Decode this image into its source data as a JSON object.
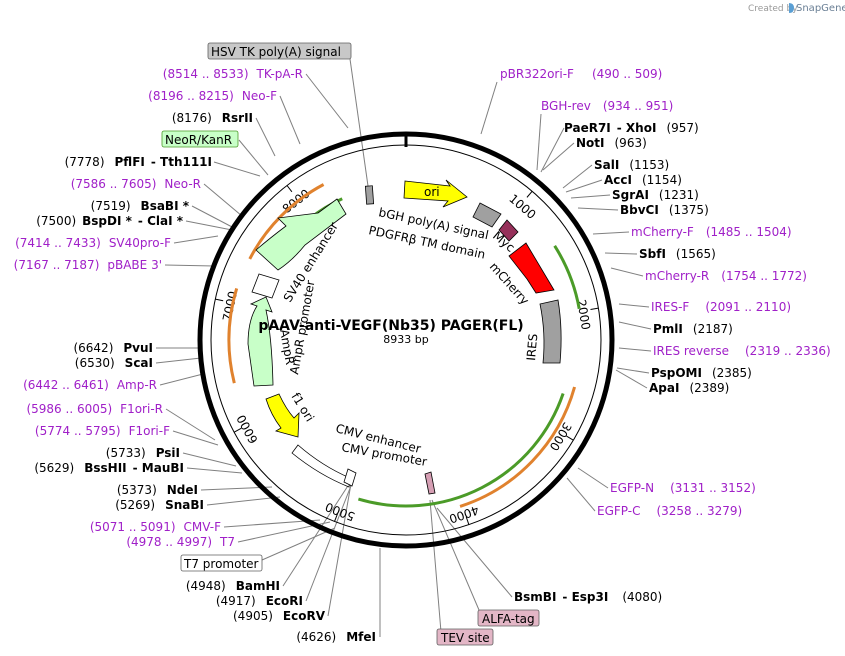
{
  "credit": {
    "prefix": "Created by",
    "brand": "SnapGene"
  },
  "plasmid": {
    "name": "pAAV-anti-VEGF(Nb35) PAGER(FL)",
    "size": "8933 bp"
  },
  "tick_labels": [
    "1000",
    "2000",
    "3000",
    "4000",
    "5000",
    "6000",
    "7000",
    "8000"
  ],
  "boxed_features": {
    "hsv": "HSV TK poly(A) signal",
    "neor": "NeoR/KanR",
    "t7": "T7 promoter",
    "alfa": "ALFA-tag",
    "tev": "TEV site"
  },
  "inner_features": {
    "ori": "ori",
    "bgh": "bGH poly(A) signal",
    "pdgfr": "PDGFRβ TM domain",
    "myc": "Myc",
    "mcherry": "mCherry",
    "ires": "IRES",
    "sv40": "SV40 enhancer",
    "ampr_promoter": "AmpR promoter",
    "ampr": "AmpR",
    "f1": "f1 ori",
    "cmv_enhancer": "CMV enhancer",
    "cmv_promoter": "CMV promoter"
  },
  "colors": {
    "backbone": "#000000",
    "primer": "#a020c8",
    "ori": "#ffff00",
    "mcherry": "#ff0000",
    "ires": "#a0a0a0",
    "bgh": "#a0a0a0",
    "myc": "#96305a",
    "ampr": "#c8ffc8",
    "f1": "#ffff00",
    "line_green": "#4b9b28",
    "line_orange": "#e0822e"
  },
  "right_labels": [
    {
      "primer": "pBR322ori-F",
      "range": "(490 .. 509)"
    },
    {
      "primer": "BGH-rev",
      "range": "(934 .. 951)"
    },
    {
      "name": "PaeR7I",
      "extra": "-  XhoI",
      "pos": "(957)"
    },
    {
      "name": "NotI",
      "pos": "(963)"
    },
    {
      "name": "SalI",
      "pos": "(1153)"
    },
    {
      "name": "AccI",
      "pos": "(1154)"
    },
    {
      "name": "SgrAI",
      "pos": "(1231)"
    },
    {
      "name": "BbvCI",
      "pos": "(1375)"
    },
    {
      "primer": "mCherry-F",
      "range": "(1485 .. 1504)"
    },
    {
      "name": "SbfI",
      "pos": "(1565)"
    },
    {
      "primer": "mCherry-R",
      "range": "(1754 .. 1772)"
    },
    {
      "primer": "IRES-F",
      "range": "(2091 .. 2110)"
    },
    {
      "name": "PmlI",
      "pos": "(2187)"
    },
    {
      "primer": "IRES reverse",
      "range": "(2319 .. 2336)"
    },
    {
      "name": "PspOMI",
      "pos": "(2385)"
    },
    {
      "name": "ApaI",
      "pos": "(2389)"
    },
    {
      "primer": "EGFP-N",
      "range": "(3131 .. 3152)"
    },
    {
      "primer": "EGFP-C",
      "range": "(3258 .. 3279)"
    },
    {
      "name": "BsmBI",
      "extra": "-  Esp3I",
      "pos": "(4080)"
    }
  ],
  "left_labels": [
    {
      "primer": "TK-pA-R",
      "range": "(8514 .. 8533)"
    },
    {
      "primer": "Neo-F",
      "range": "(8196 .. 8215)"
    },
    {
      "name": "RsrII",
      "pos": "(8176)"
    },
    {
      "name": "PflFI",
      "extra": "-  Tth111I",
      "pos": "(7778)"
    },
    {
      "primer": "Neo-R",
      "range": "(7586 .. 7605)"
    },
    {
      "name": "BsaBI *",
      "pos": "(7519)"
    },
    {
      "name": "BspDI *",
      "extra": "-  ClaI *",
      "pos": "(7500)"
    },
    {
      "primer": "SV40pro-F",
      "range": "(7414 .. 7433)"
    },
    {
      "primer": "pBABE 3'",
      "range": "(7167 .. 7187)"
    },
    {
      "name": "PvuI",
      "pos": "(6642)"
    },
    {
      "name": "ScaI",
      "pos": "(6530)"
    },
    {
      "primer": "Amp-R",
      "range": "(6442 .. 6461)"
    },
    {
      "primer": "F1ori-R",
      "range": "(5986 .. 6005)"
    },
    {
      "primer": "F1ori-F",
      "range": "(5774 .. 5795)"
    },
    {
      "name": "PsiI",
      "pos": "(5733)"
    },
    {
      "name": "BssHII",
      "extra": "-  MauBI",
      "pos": "(5629)"
    },
    {
      "name": "NdeI",
      "pos": "(5373)"
    },
    {
      "name": "SnaBI",
      "pos": "(5269)"
    },
    {
      "primer": "CMV-F",
      "range": "(5071 .. 5091)"
    },
    {
      "primer": "T7",
      "range": "(4978 .. 4997)"
    },
    {
      "name": "BamHI",
      "pos": "(4948)"
    },
    {
      "name": "EcoRI",
      "pos": "(4917)"
    },
    {
      "name": "EcoRV",
      "pos": "(4905)"
    },
    {
      "name": "MfeI",
      "pos": "(4626)"
    }
  ]
}
